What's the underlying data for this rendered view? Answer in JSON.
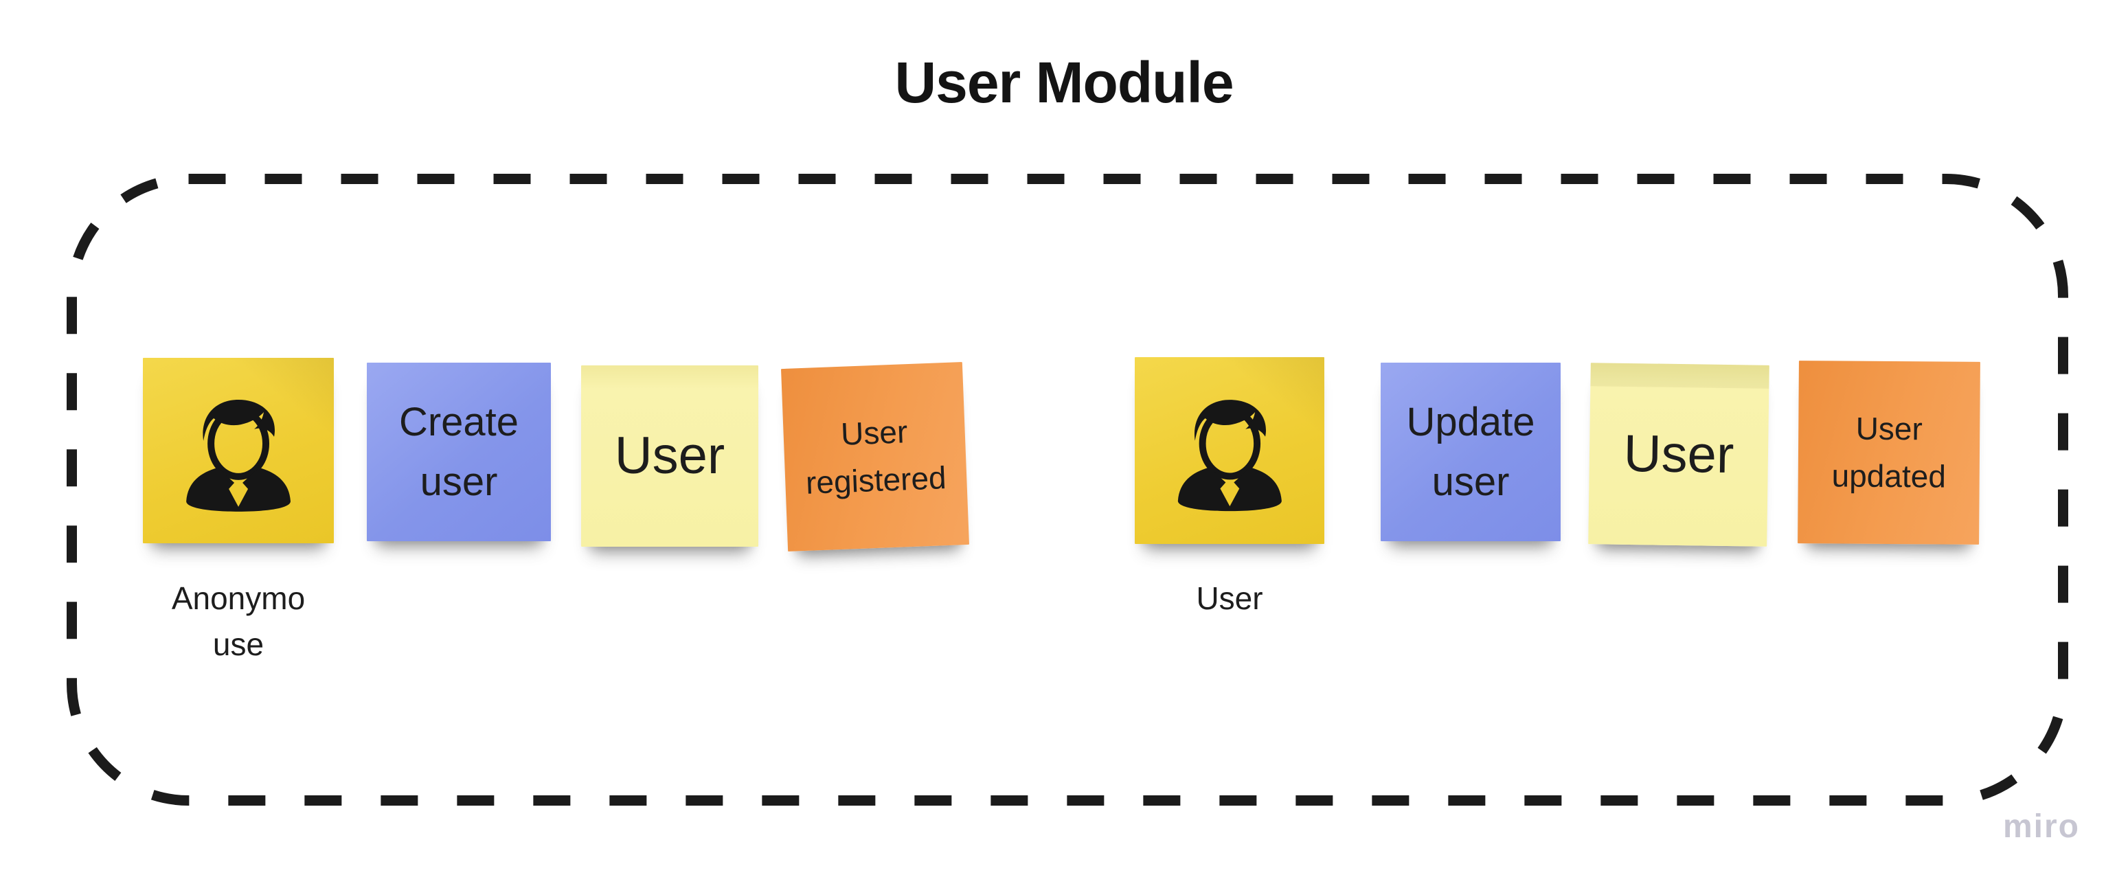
{
  "board": {
    "title": "User Module",
    "watermark": "miro"
  },
  "colors": {
    "sticky_yellow": "#EFCD33",
    "sticky_blue": "#8495EA",
    "sticky_pale_yellow": "#F8F2AA",
    "sticky_orange": "#F49B4C",
    "dashed_border": "#1B1B1B",
    "note_text": "#1D1D1D",
    "watermark_text": "#C7C6D2"
  },
  "groups": [
    {
      "id": "create-user-flow",
      "actor": {
        "icon": "person-icon",
        "text": "Anonymo use",
        "label_line1": "Anonymo",
        "label_line2": "use"
      },
      "notes": [
        {
          "type": "command",
          "color_name": "blue",
          "color": "#8495EA",
          "text": "Create user",
          "line1": "Create",
          "line2": "user"
        },
        {
          "type": "entity",
          "color_name": "pale_yellow",
          "color": "#F8F2AA",
          "text": "User",
          "line1": "User"
        },
        {
          "type": "event",
          "color_name": "orange",
          "color": "#F49B4C",
          "text": "User registered",
          "line1": "User",
          "line2": "registered"
        }
      ]
    },
    {
      "id": "update-user-flow",
      "actor": {
        "icon": "person-icon",
        "text": "User",
        "label_line1": "User"
      },
      "notes": [
        {
          "type": "command",
          "color_name": "blue",
          "color": "#8495EA",
          "text": "Update user",
          "line1": "Update",
          "line2": "user"
        },
        {
          "type": "entity",
          "color_name": "pale_yellow",
          "color": "#F8F2AA",
          "text": "User",
          "line1": "User"
        },
        {
          "type": "event",
          "color_name": "orange",
          "color": "#F49B4C",
          "text": "User updated",
          "line1": "User",
          "line2": "updated"
        }
      ]
    }
  ]
}
